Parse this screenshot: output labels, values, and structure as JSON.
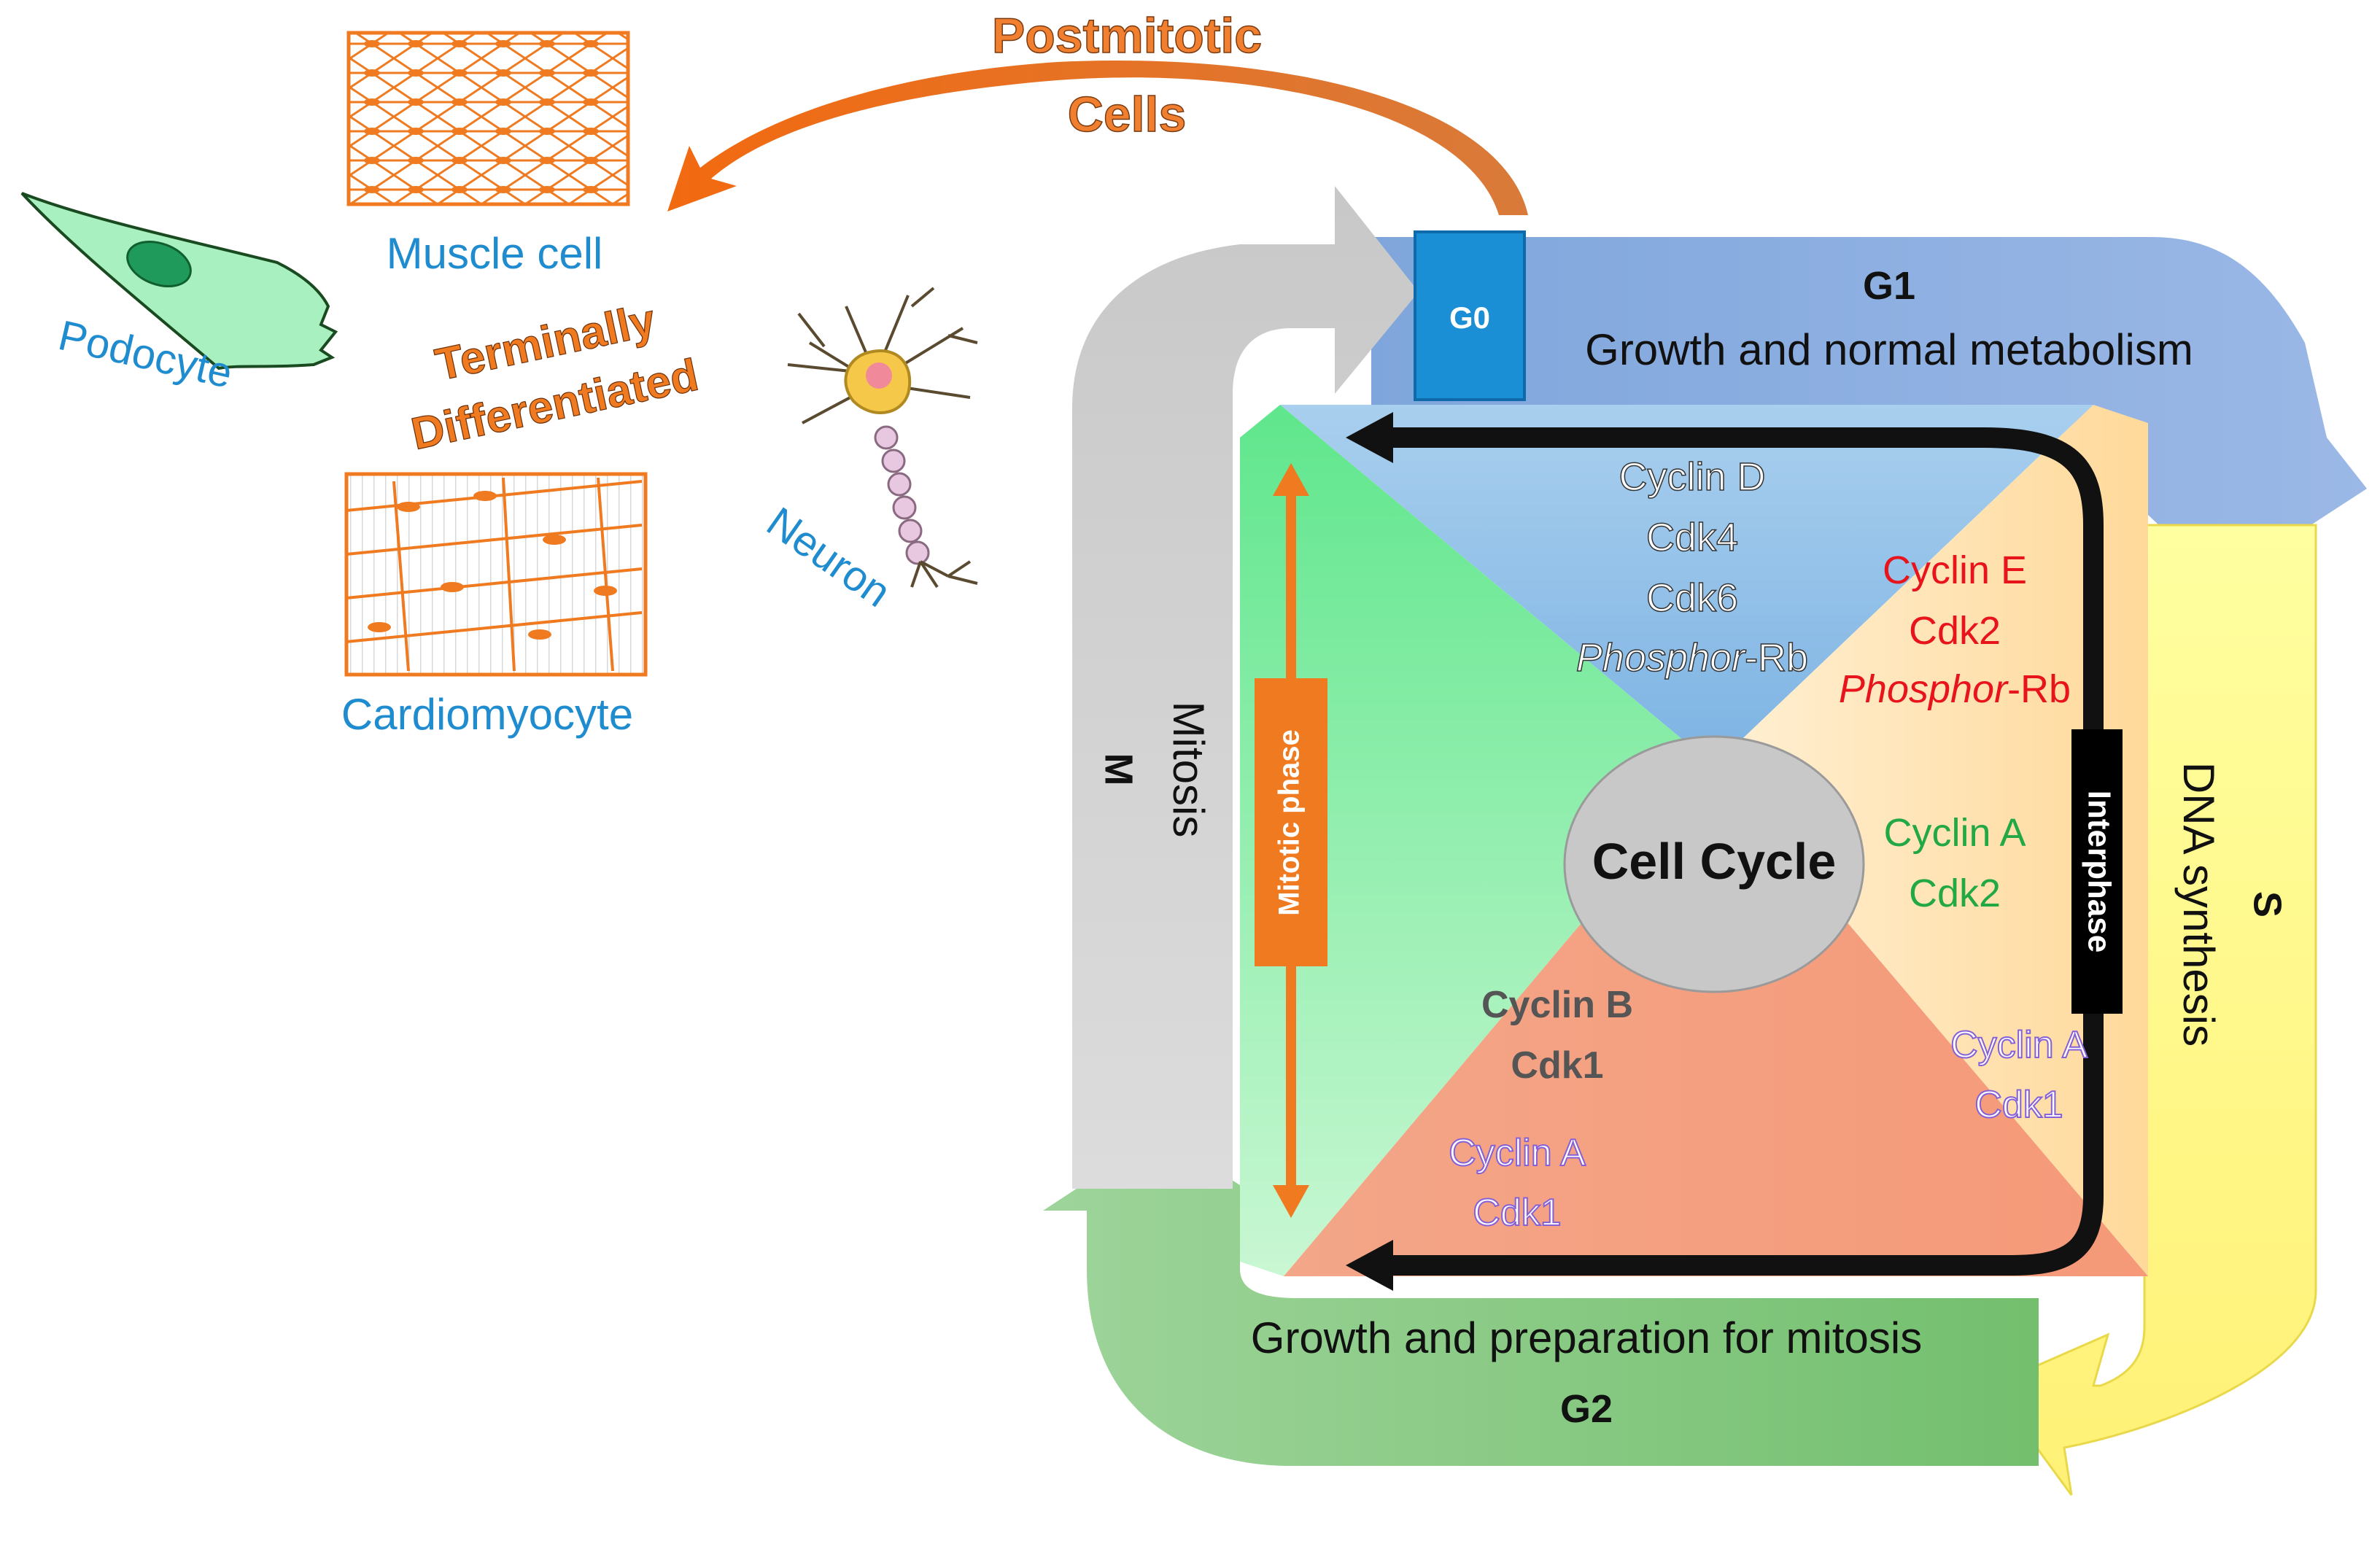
{
  "postmitotic": {
    "line1": "Postmitotic",
    "line2": "Cells"
  },
  "terminal": {
    "line1": "Terminally",
    "line2": "Differentiated"
  },
  "cells": {
    "muscle": "Muscle cell",
    "podocyte": "Podocyte",
    "neuron": "Neuron",
    "cardiomyocyte": "Cardiomyocyte"
  },
  "phases": {
    "g0": "G0",
    "g1": {
      "label": "G1",
      "desc": "Growth and normal metabolism"
    },
    "s": {
      "label": "S",
      "desc": "DNA synthesis"
    },
    "g2": {
      "label": "G2",
      "desc": "Growth and preparation for mitosis"
    },
    "m": {
      "label": "M",
      "desc": "Mitosis"
    }
  },
  "center": "Cell Cycle",
  "mitotic_phase": "Mitotic phase",
  "interphase": "Interphase",
  "cyclins": {
    "g1": {
      "a": "Cyclin D",
      "b": "Cdk4",
      "c": "Cdk6",
      "d_italic": "Phosphor",
      "d_rest": "-Rb"
    },
    "g1s": {
      "a": "Cyclin E",
      "b": "Cdk2",
      "c_italic": "Phosphor",
      "c_rest": "-Rb"
    },
    "s": {
      "a": "Cyclin A",
      "b": "Cdk2"
    },
    "s_late": {
      "a": "Cyclin A",
      "b": "Cdk1"
    },
    "g2m": {
      "a": "Cyclin B",
      "b": "Cdk1"
    },
    "g2": {
      "a": "Cyclin A",
      "b": "Cdk1"
    }
  },
  "colors": {
    "orange": "#ee6b1b",
    "blue_text": "#2b8fd0",
    "red": "#e8141c",
    "green": "#22a845",
    "purple": "#8660d6",
    "dark_grey": "#555555"
  }
}
